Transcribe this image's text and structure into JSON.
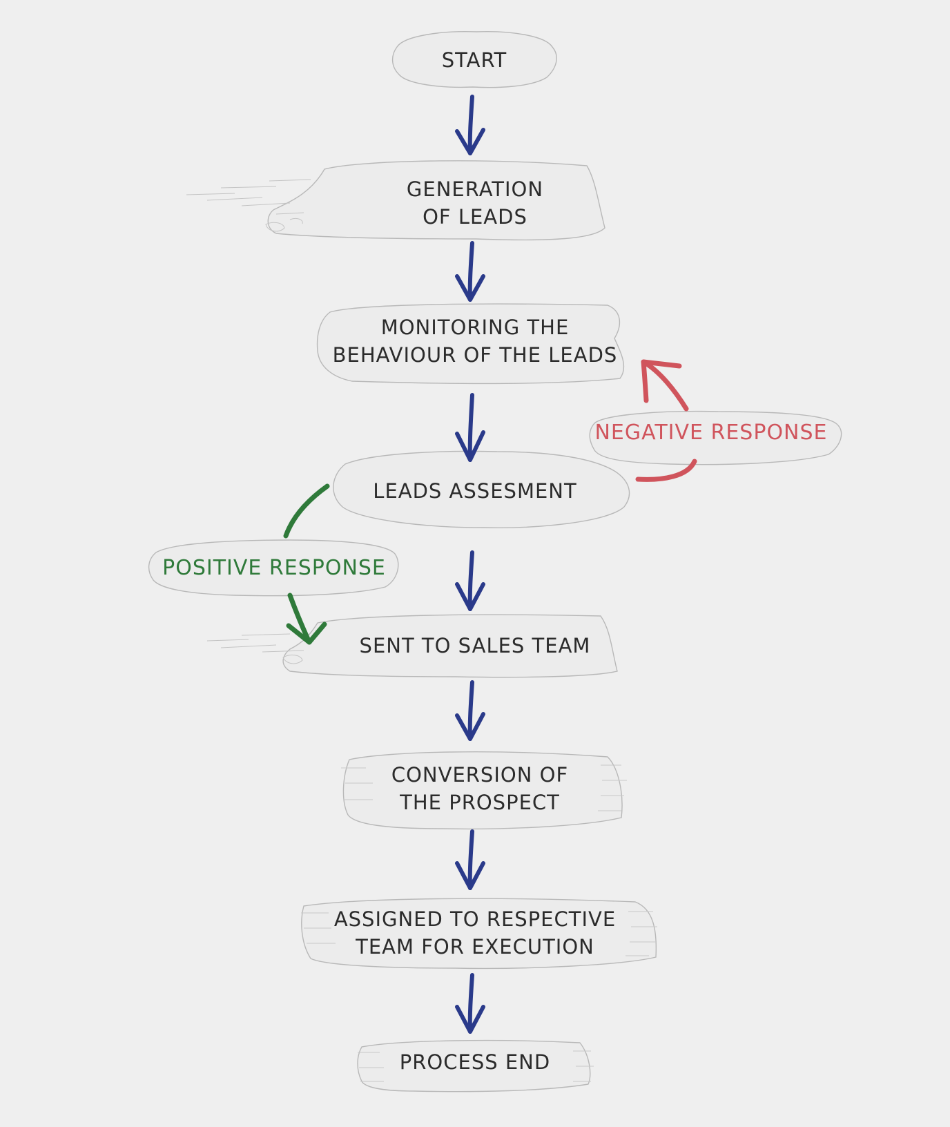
{
  "colors": {
    "background": "#efefef",
    "flow_arrow": "#2a3a8a",
    "negative": "#d0545c",
    "positive": "#2f7a3a",
    "node_text": "#2b2b2b"
  },
  "nodes": {
    "start": {
      "lines": [
        "START"
      ]
    },
    "generation": {
      "lines": [
        "GENERATION",
        "OF LEADS"
      ]
    },
    "monitoring": {
      "lines": [
        "MONITORING THE",
        "BEHAVIOUR OF THE LEADS"
      ]
    },
    "assessment": {
      "lines": [
        "LEADS ASSESMENT"
      ]
    },
    "sales": {
      "lines": [
        "SENT TO SALES TEAM"
      ]
    },
    "conversion": {
      "lines": [
        "CONVERSION OF",
        "THE PROSPECT"
      ]
    },
    "assigned": {
      "lines": [
        "ASSIGNED TO RESPECTIVE",
        "TEAM FOR EXECUTION"
      ]
    },
    "end": {
      "lines": [
        "PROCESS END"
      ]
    }
  },
  "branches": {
    "negative": {
      "label": "NEGATIVE RESPONSE",
      "icon": "curved-arrow-back-up"
    },
    "positive": {
      "label": "POSITIVE RESPONSE",
      "icon": "curved-arrow-down"
    }
  }
}
